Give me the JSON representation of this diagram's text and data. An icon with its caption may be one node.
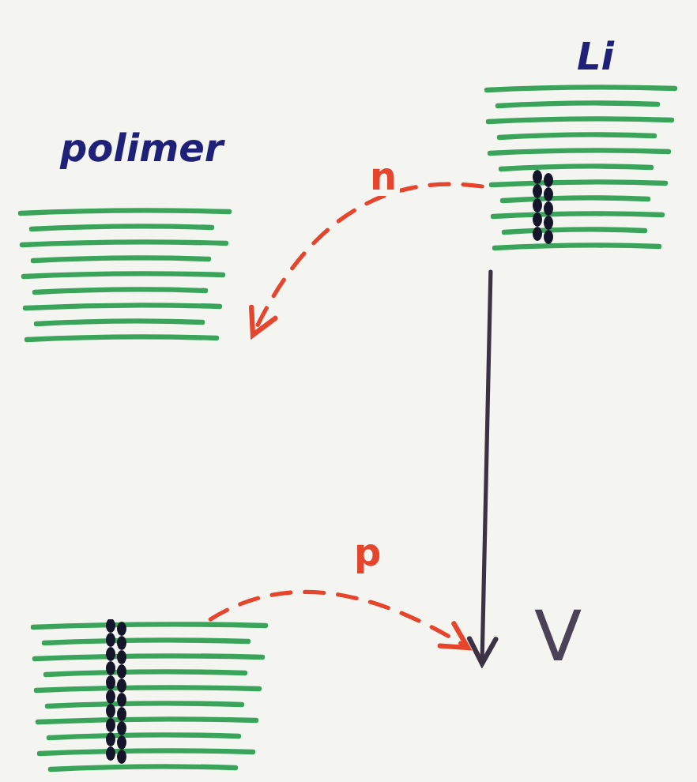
{
  "diagram": {
    "nodes": [
      {
        "text": [
          "polimer"
        ]
      },
      {
        "text": [
          "Li"
        ]
      },
      {
        "text": [],
        "shape": "box"
      }
    ],
    "edges": [
      {
        "from": 1,
        "to": 0,
        "arrow": "to",
        "label": "n",
        "style": "dashed",
        "color": "#e5442d"
      },
      {
        "from": 2,
        "to": null,
        "arrow": "to",
        "label": "p",
        "style": "dashed",
        "color": "#e5442d"
      },
      {
        "from": 1,
        "to": null,
        "arrow": "to",
        "color": "#3b3344"
      }
    ],
    "labels": [
      "V"
    ]
  }
}
